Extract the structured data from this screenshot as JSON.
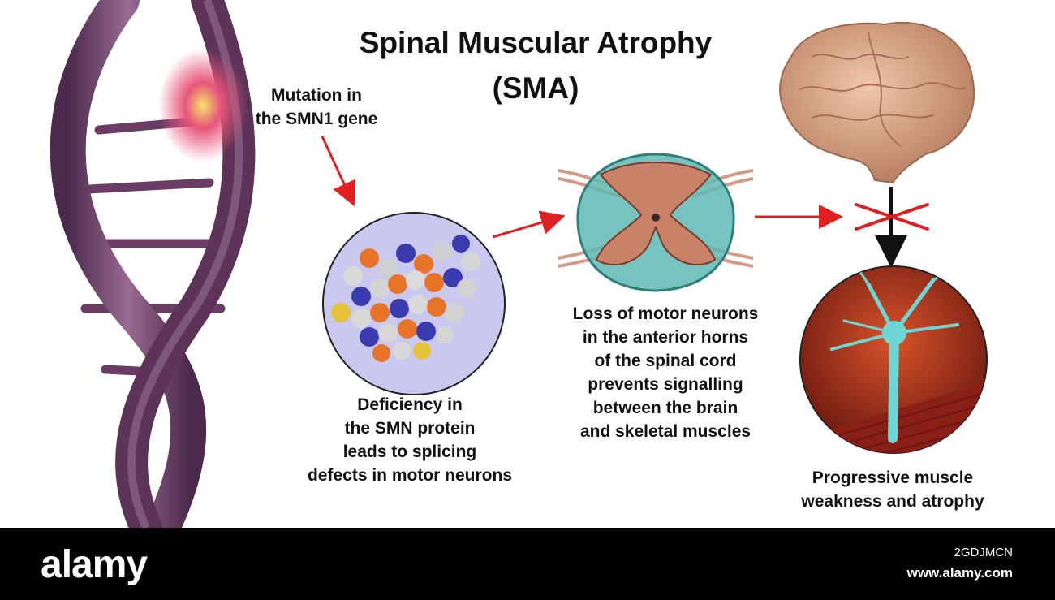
{
  "title": {
    "line1": "Spinal Muscular Atrophy",
    "line2": "(SMA)"
  },
  "labels": {
    "mutation": [
      "Mutation in",
      "the SMN1 gene"
    ],
    "deficiency": [
      "Deficiency in",
      "the SMN protein",
      "leads to splicing",
      "defects in motor neurons"
    ],
    "loss": [
      "Loss of motor neurons",
      "in the anterior horns",
      "of the spinal cord",
      "prevents signalling",
      "between the brain",
      "and skeletal muscles"
    ],
    "progressive": [
      "Progressive muscle",
      "weakness and atrophy"
    ]
  },
  "watermark": {
    "brand": "alamy",
    "image_id": "2GDJMCN",
    "url": "www.alamy.com"
  },
  "colors": {
    "arrow_red": "#e02020",
    "arrow_black": "#111111",
    "dna_purple": "#7a4470",
    "protein_bg": "#c9c8ee",
    "spinal_teal": "#5fb8b5",
    "brain_tan": "#d9a98a",
    "muscle_red": "#9a2a18",
    "neuron_cyan": "#6fd6d6"
  }
}
